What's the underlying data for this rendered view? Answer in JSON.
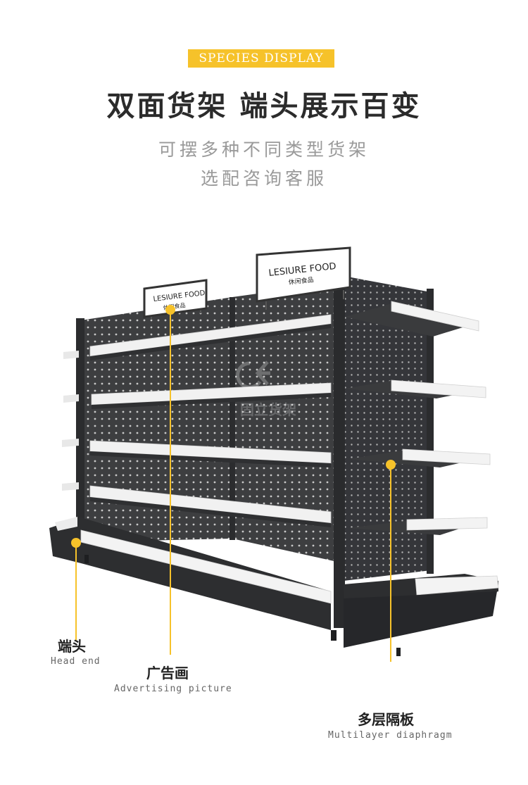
{
  "header": {
    "badge": "SPECIES DISPLAY",
    "headline": "双面货架  端头展示百变",
    "subline_1": "可摆多种不同类型货架",
    "subline_2": "选配咨询客服"
  },
  "product": {
    "sign_left": {
      "title": "LESIURE FOOD",
      "subtitle": "休闲食品"
    },
    "sign_right": {
      "title": "LESIURE FOOD",
      "subtitle": "休闲食品"
    },
    "watermark_text": "固立货架"
  },
  "callouts": {
    "head_end": {
      "cn": "端头",
      "en": "Head end"
    },
    "advertising": {
      "cn": "广告画",
      "en": "Advertising picture"
    },
    "multilayer": {
      "cn": "多层隔板",
      "en": "Multilayer diaphragm"
    }
  },
  "colors": {
    "accent": "#f6c22a",
    "shelf_body": "#3a3b3d",
    "shelf_edge": "#f3f3f3",
    "headline": "#2b2b2b",
    "subtext": "#9a9a9a"
  }
}
